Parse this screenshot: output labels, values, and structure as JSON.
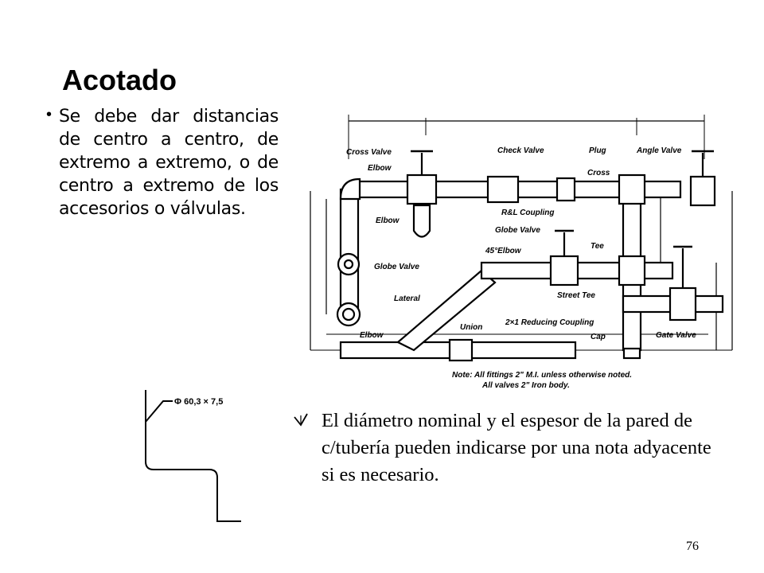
{
  "slide": {
    "title": "Acotado",
    "bullet": "Se debe dar distancias de centro a centro, de extremo a extremo, o de centro a extremo de los accesorios o válvulas.",
    "note": "El diámetro nominal y el espesor de la pared de c/tubería pueden indicarse por una nota adyacente si es necesario.",
    "page_number": "76"
  },
  "drawing": {
    "labels": {
      "cross_valve": "Cross Valve",
      "check_valve": "Check Valve",
      "plug": "Plug",
      "angle_valve": "Angle Valve",
      "elbow_top": "Elbow",
      "cross": "Cross",
      "elbow_mid": "Elbow",
      "rl_coupling": "R&L Coupling",
      "globe_valve_upper": "Globe Valve",
      "tee": "Tee",
      "elbow_45": "45°Elbow",
      "globe_valve_left": "Globe Valve",
      "street_tee": "Street Tee",
      "lateral": "Lateral",
      "reducing_coupling": "2×1 Reducing Coupling",
      "union": "Union",
      "elbow_bottom": "Elbow",
      "gate_valve": "Gate Valve",
      "cap": "Cap",
      "note_line1": "Note: All fittings 2\" M.I. unless otherwise noted.",
      "note_line2": "All valves 2\" Iron body."
    },
    "dimension_note": "Φ 60,3 × 7,5"
  },
  "colors": {
    "text": "#000000",
    "background": "#ffffff"
  }
}
